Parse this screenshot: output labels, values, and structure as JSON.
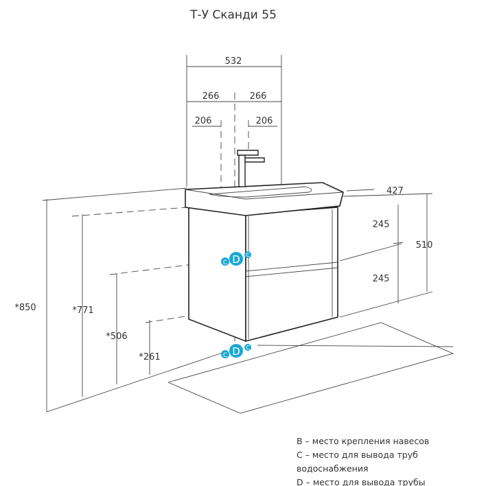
{
  "title": "Т-У Сканди 55",
  "dimensions": {
    "total_width": "532",
    "half_left": "266",
    "half_right": "266",
    "offset_left": "206",
    "offset_right": "206",
    "depth": "427",
    "height_cabinet": "510",
    "drawer_top": "245",
    "drawer_bottom": "245",
    "floor_to_top": "*850",
    "floor_to_cabinet_top": "*771",
    "floor_to_mid": "*506",
    "floor_to_bottom": "*261"
  },
  "markers": {
    "c": "C",
    "d": "D",
    "color": "#1aa7d6"
  },
  "legend": [
    "B – место крепления навесов",
    "C – место для вывода труб водоснабжения",
    "D – место для вывода трубы канализации"
  ]
}
